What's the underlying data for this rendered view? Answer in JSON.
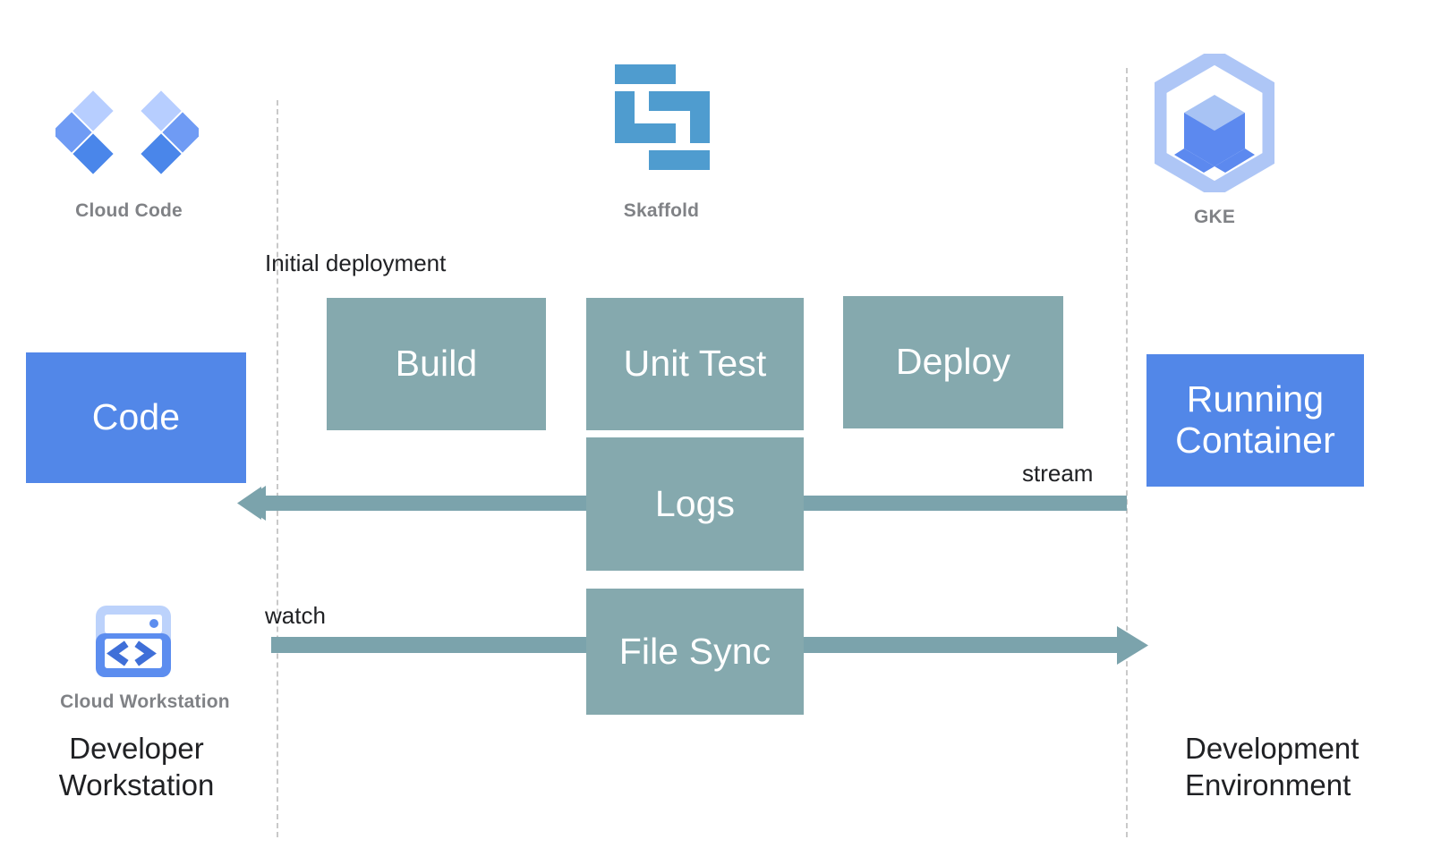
{
  "diagram": {
    "title": "Cloud Code / Skaffold / GKE development loop",
    "colors": {
      "stage_box": "#85a9ae",
      "blue_box": "#5287e8",
      "arrow": "#7ba3ac",
      "dashed_line": "#c9c9c9",
      "icon_label": "#808286",
      "text": "#202124",
      "skaffold_blue": "#4f9ccf",
      "gke_hex_light": "#aec6f6",
      "gke_cube_blue": "#5c89ef",
      "gke_cube_light": "#a8c3f4",
      "cloud_code_light": "#b7ceff",
      "cloud_code_mid": "#6f9bf4",
      "cloud_code_dark": "#4a86ea",
      "workstation_blue": "#5c8def",
      "workstation_light": "#bcd2fb"
    },
    "icons": [
      {
        "name": "cloud-code-icon",
        "label": "Cloud Code"
      },
      {
        "name": "skaffold-icon",
        "label": "Skaffold"
      },
      {
        "name": "gke-icon",
        "label": "GKE"
      },
      {
        "name": "cloud-workstation-icon",
        "label": "Cloud Workstation"
      }
    ],
    "zones": [
      {
        "name": "developer-workstation",
        "label": "Developer\nWorkstation",
        "line1": "Developer",
        "line2": "Workstation"
      },
      {
        "name": "development-environment",
        "label": "Development\nEnvironment",
        "line1": "Development",
        "line2": "Environment"
      }
    ],
    "stages": [
      {
        "name": "build",
        "label": "Build"
      },
      {
        "name": "unit-test",
        "label": "Unit Test"
      },
      {
        "name": "deploy",
        "label": "Deploy"
      },
      {
        "name": "logs",
        "label": "Logs"
      },
      {
        "name": "file-sync",
        "label": "File Sync"
      }
    ],
    "endpoints": [
      {
        "name": "code",
        "label": "Code"
      },
      {
        "name": "running-container",
        "label": "Running\nContainer",
        "line1": "Running",
        "line2": "Container"
      }
    ],
    "flow_labels": {
      "initial_deployment": "Initial deployment",
      "stream": "stream",
      "watch": "watch"
    }
  }
}
